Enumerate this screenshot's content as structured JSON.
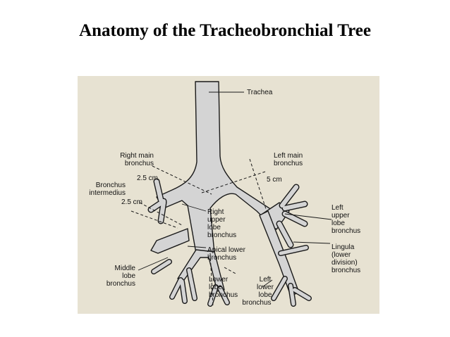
{
  "slide": {
    "title": "Anatomy of the Tracheobronchial Tree"
  },
  "colors": {
    "panel": "#e7e2d2",
    "airway": "#d4d4d4",
    "outline": "#1a1a1a"
  },
  "labels": {
    "trachea": [
      "Trachea"
    ],
    "right_main": [
      "Right main",
      "bronchus"
    ],
    "left_main": [
      "Left main",
      "bronchus"
    ],
    "dim_right": [
      "2.5 cm"
    ],
    "dim_left": [
      "5 cm"
    ],
    "bronchus_intermedius": [
      "Bronchus",
      "intermedius"
    ],
    "dim_intermedius": [
      "2.5 cm"
    ],
    "right_upper": [
      "Right",
      "upper",
      "lobe",
      "bronchus"
    ],
    "apical_lower": [
      "Apical lower",
      "bronchus"
    ],
    "middle_lobe": [
      "Middle",
      "lobe",
      "bronchus"
    ],
    "lower_lobe": [
      "Lower",
      "lobe",
      "bronchus"
    ],
    "left_lower": [
      "Left",
      "lower",
      "lobe",
      "bronchus"
    ],
    "left_upper": [
      "Left",
      "upper",
      "lobe",
      "bronchus"
    ],
    "lingula": [
      "Lingula",
      "(lower",
      "division)",
      "bronchus"
    ]
  }
}
